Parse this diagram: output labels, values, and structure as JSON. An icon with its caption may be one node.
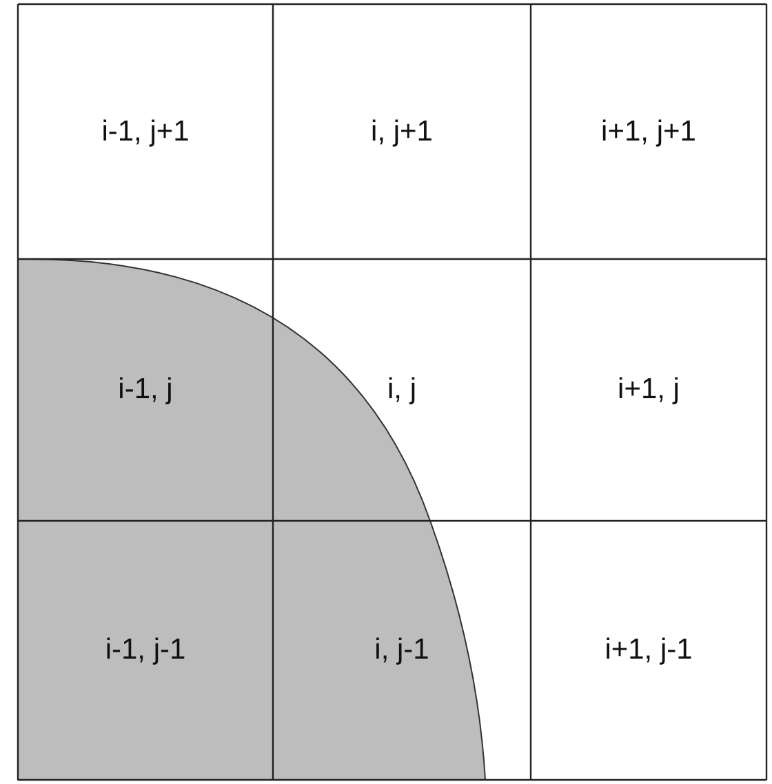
{
  "diagram": {
    "labels": [
      "i-1, j+1",
      "i, j+1",
      "i+1, j+1",
      "i-1, j",
      "i, j",
      "i+1, j",
      "i-1, j-1",
      "i, j-1",
      "i+1, j-1"
    ]
  }
}
